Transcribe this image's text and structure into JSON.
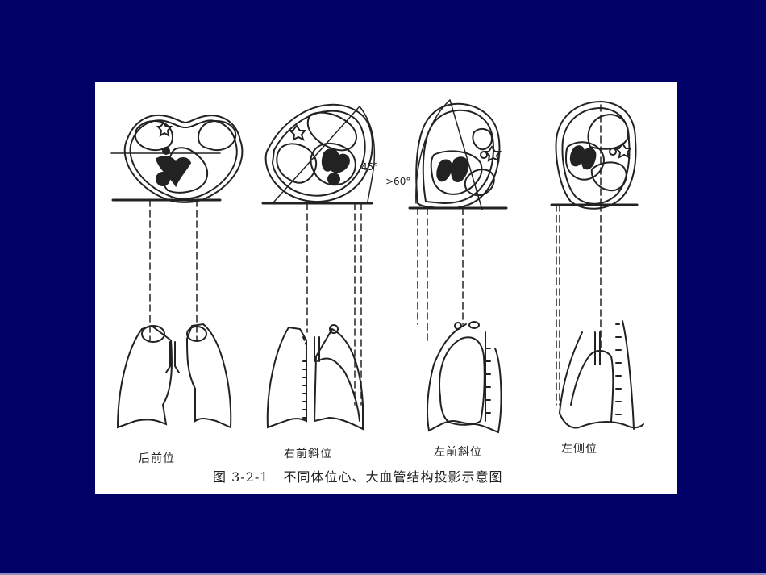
{
  "slide": {
    "background_color": "#000066",
    "panel_color": "#ffffff"
  },
  "figure": {
    "caption_number": "图 3-2-1",
    "caption_text": "不同体位心、大血管结构投影示意图",
    "views": [
      {
        "label": "后前位"
      },
      {
        "label": "右前斜位",
        "angle": "45°"
      },
      {
        "label": "左前斜位",
        "angle": ">60°"
      },
      {
        "label": "左侧位"
      }
    ]
  }
}
